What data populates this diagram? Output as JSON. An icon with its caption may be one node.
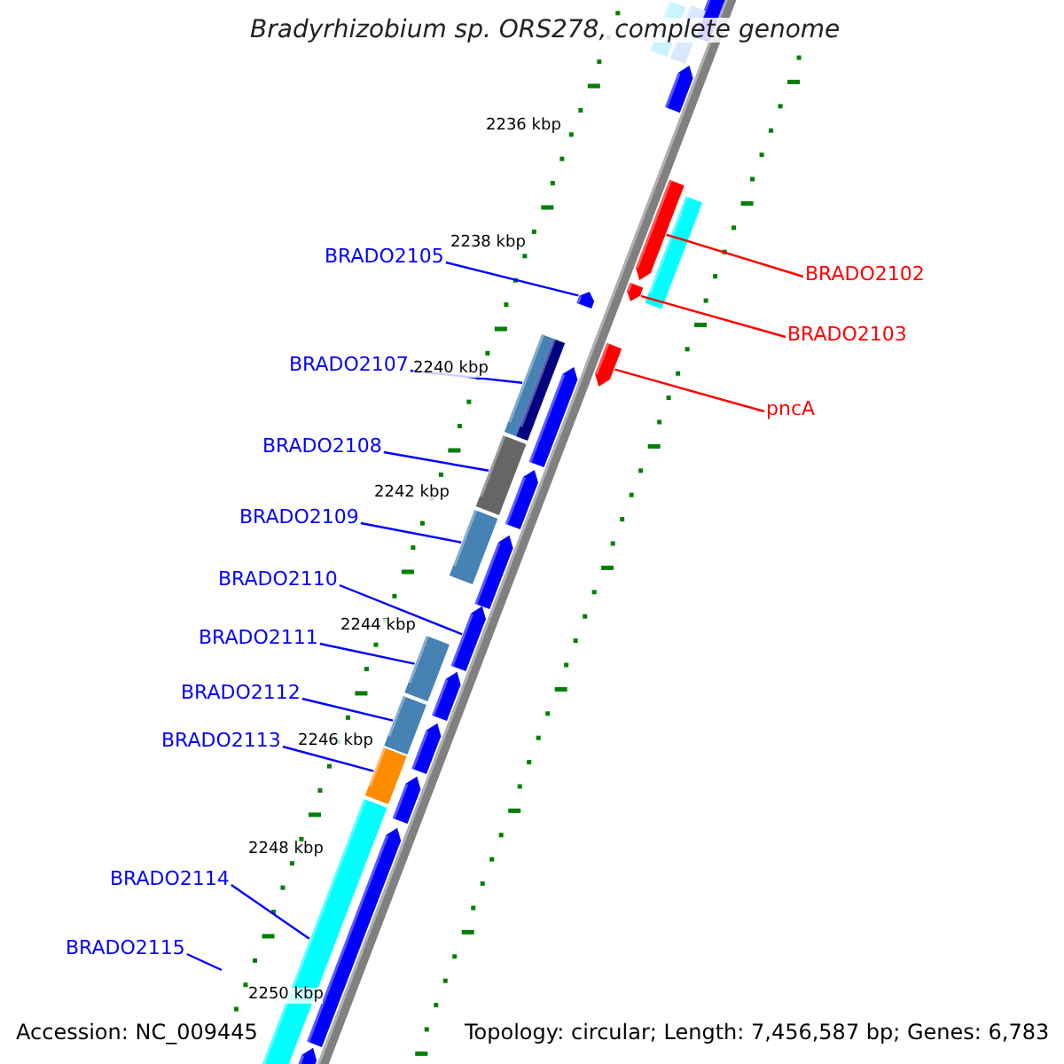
{
  "diagram": {
    "title": "Bradyrhizobium sp. ORS278, complete genome",
    "nodes": [
      {
        "text": [
          "BRADO2105"
        ]
      },
      {
        "text": [
          "BRADO2107"
        ]
      },
      {
        "text": [
          "BRADO2108"
        ]
      },
      {
        "text": [
          "BRADO2109"
        ]
      },
      {
        "text": [
          "BRADO2110"
        ]
      },
      {
        "text": [
          "BRADO2111"
        ]
      },
      {
        "text": [
          "BRADO2112"
        ]
      },
      {
        "text": [
          "BRADO2113"
        ]
      },
      {
        "text": [
          "BRADO2114"
        ]
      },
      {
        "text": [
          "BRADO2115"
        ]
      },
      {
        "text": [
          "BRADO2102"
        ]
      },
      {
        "text": [
          "BRADO2103"
        ]
      },
      {
        "text": [
          "pncA"
        ]
      },
      {
        "text": [],
        "shape": "arrow"
      },
      {
        "text": [],
        "shape": "bar"
      },
      {
        "text": [],
        "shape": "bar"
      },
      {
        "text": [],
        "shape": "bar"
      },
      {
        "text": [],
        "shape": "arrow"
      },
      {
        "text": [],
        "shape": "bar"
      },
      {
        "text": [],
        "shape": "bar"
      },
      {
        "text": [],
        "shape": "bar"
      },
      {
        "text": [],
        "shape": "bar"
      },
      {
        "text": [],
        "shape": "arrow"
      },
      {
        "text": [],
        "shape": "arrow"
      },
      {
        "text": [],
        "shape": "arrow"
      }
    ],
    "edges": [
      {
        "from": 0,
        "to": 13,
        "arrow": "none",
        "color": "#0000ff"
      },
      {
        "from": 1,
        "to": 14,
        "arrow": "none",
        "color": "#0000ff"
      },
      {
        "from": 2,
        "to": 15,
        "arrow": "none",
        "color": "#0000ff"
      },
      {
        "from": 3,
        "to": 16,
        "arrow": "none",
        "color": "#0000ff"
      },
      {
        "from": 4,
        "to": 17,
        "arrow": "none",
        "color": "#0000ff"
      },
      {
        "from": 5,
        "to": 18,
        "arrow": "none",
        "color": "#0000ff"
      },
      {
        "from": 6,
        "to": 19,
        "arrow": "none",
        "color": "#0000ff"
      },
      {
        "from": 7,
        "to": 20,
        "arrow": "none",
        "color": "#0000ff"
      },
      {
        "from": 8,
        "to": 21,
        "arrow": "none",
        "color": "#0000ff"
      },
      {
        "from": 9,
        "to": null,
        "arrow": "none",
        "color": "#0000ff"
      },
      {
        "from": 10,
        "to": 22,
        "arrow": "none",
        "color": "#ff0000"
      },
      {
        "from": 11,
        "to": 23,
        "arrow": "none",
        "color": "#ff0000"
      },
      {
        "from": 12,
        "to": 24,
        "arrow": "none",
        "color": "#ff0000"
      }
    ],
    "labels": [
      "2236 kbp",
      "2238 kbp",
      "2240 kbp",
      "2242 kbp",
      "2244 kbp",
      "2246 kbp",
      "2248 kbp",
      "2250 kbp",
      "Accession: NC_009445",
      "Topology: circular; Length: 7,456,587 bp; Genes: 6,783"
    ]
  }
}
